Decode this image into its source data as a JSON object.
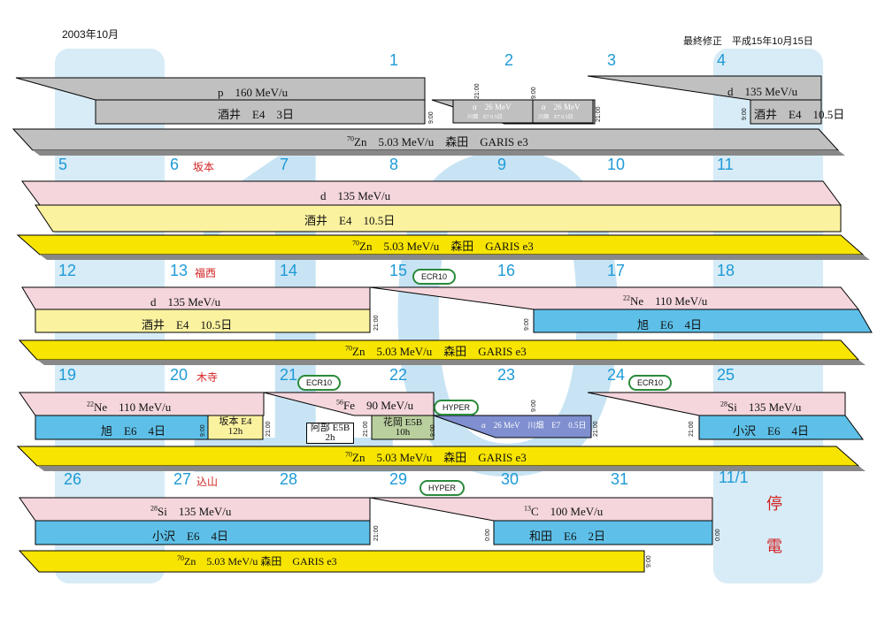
{
  "header": {
    "month": "2003年10月",
    "revision": "最終修正　平成15年10月15日"
  },
  "days": {
    "w1": [
      "1",
      "2",
      "3",
      "4"
    ],
    "w2": [
      "5",
      "6",
      "7",
      "8",
      "9",
      "10",
      "11"
    ],
    "w3": [
      "12",
      "13",
      "14",
      "15",
      "16",
      "17",
      "18"
    ],
    "w4": [
      "19",
      "20",
      "21",
      "22",
      "23",
      "24",
      "25"
    ],
    "w5": [
      "26",
      "27",
      "28",
      "29",
      "30",
      "31",
      "11/1"
    ]
  },
  "names": {
    "d6": "坂本",
    "d13": "福西",
    "d20": "木寺",
    "d27": "込山"
  },
  "badges": {
    "b15": "ECR10",
    "b21": "ECR10",
    "b22": "HYPER",
    "b24": "ECR10",
    "b29": "HYPER"
  },
  "labels": {
    "w1_beam": "p　160 MeV/u",
    "w1_user": "酒井　E4　3日",
    "w1_alpha1": "α　26 MeV",
    "w1_alpha1_sub": "川畑　E7 0.5日",
    "w1_alpha2": "α　26 MeV",
    "w1_alpha2_sub": "川畑　E7 0.5日",
    "w1_d": "d　135 MeV/u",
    "w1_d_user": "酒井　E4　10.5日",
    "zn_mass": "70",
    "zn_text": "Zn　5.03 MeV/u　森田　GARIS e3",
    "w2_beam": "d　135 MeV/u",
    "w2_user": "酒井　E4　10.5日",
    "w3_beam": "d　135 MeV/u",
    "w3_user": "酒井　E4　10.5日",
    "ne_mass": "22",
    "w3_ne": "Ne　110 MeV/u",
    "w3_ne_user": "旭　E6　4日",
    "w4_ne": "Ne　110 MeV/u",
    "w4_ne_user": "旭　E6　4日",
    "w4_sakamoto": "坂本 E4",
    "w4_sakamoto_h": "12h",
    "fe_mass": "56",
    "w4_fe": "Fe　90 MeV/u",
    "w4_abe": "阿部 E5B",
    "w4_abe_h": "2h",
    "w4_hanaoka": "花岡 E5B",
    "w4_hanaoka_h": "10h",
    "w4_alpha": "α　26 MeV　川畑　E7　0.5日",
    "si_mass": "28",
    "w4_si": "Si　135 MeV/u",
    "w4_si_user": "小沢　E6　4日",
    "w5_si": "Si　135 MeV/u",
    "w5_si_user": "小沢　E6　4日",
    "c_mass": "13",
    "w5_c": "C　100 MeV/u",
    "w5_c_user": "和田　E6　2日",
    "w5_zn_text": "Zn　5.03 MeV/u 森田　GARIS e3",
    "teiden1": "停",
    "teiden2": "電"
  },
  "times": {
    "t900": "9:00",
    "t2100": "21:00",
    "t000": "0:00"
  },
  "colors": {
    "gray": "#c0c0c0",
    "pink": "#f4d6dc",
    "cream": "#fbf2a0",
    "yellow": "#f7e400",
    "blue": "#5ec0e8",
    "purple": "#7f8fd0",
    "green": "#b9cf9d",
    "tan": "#fbf2a0"
  }
}
